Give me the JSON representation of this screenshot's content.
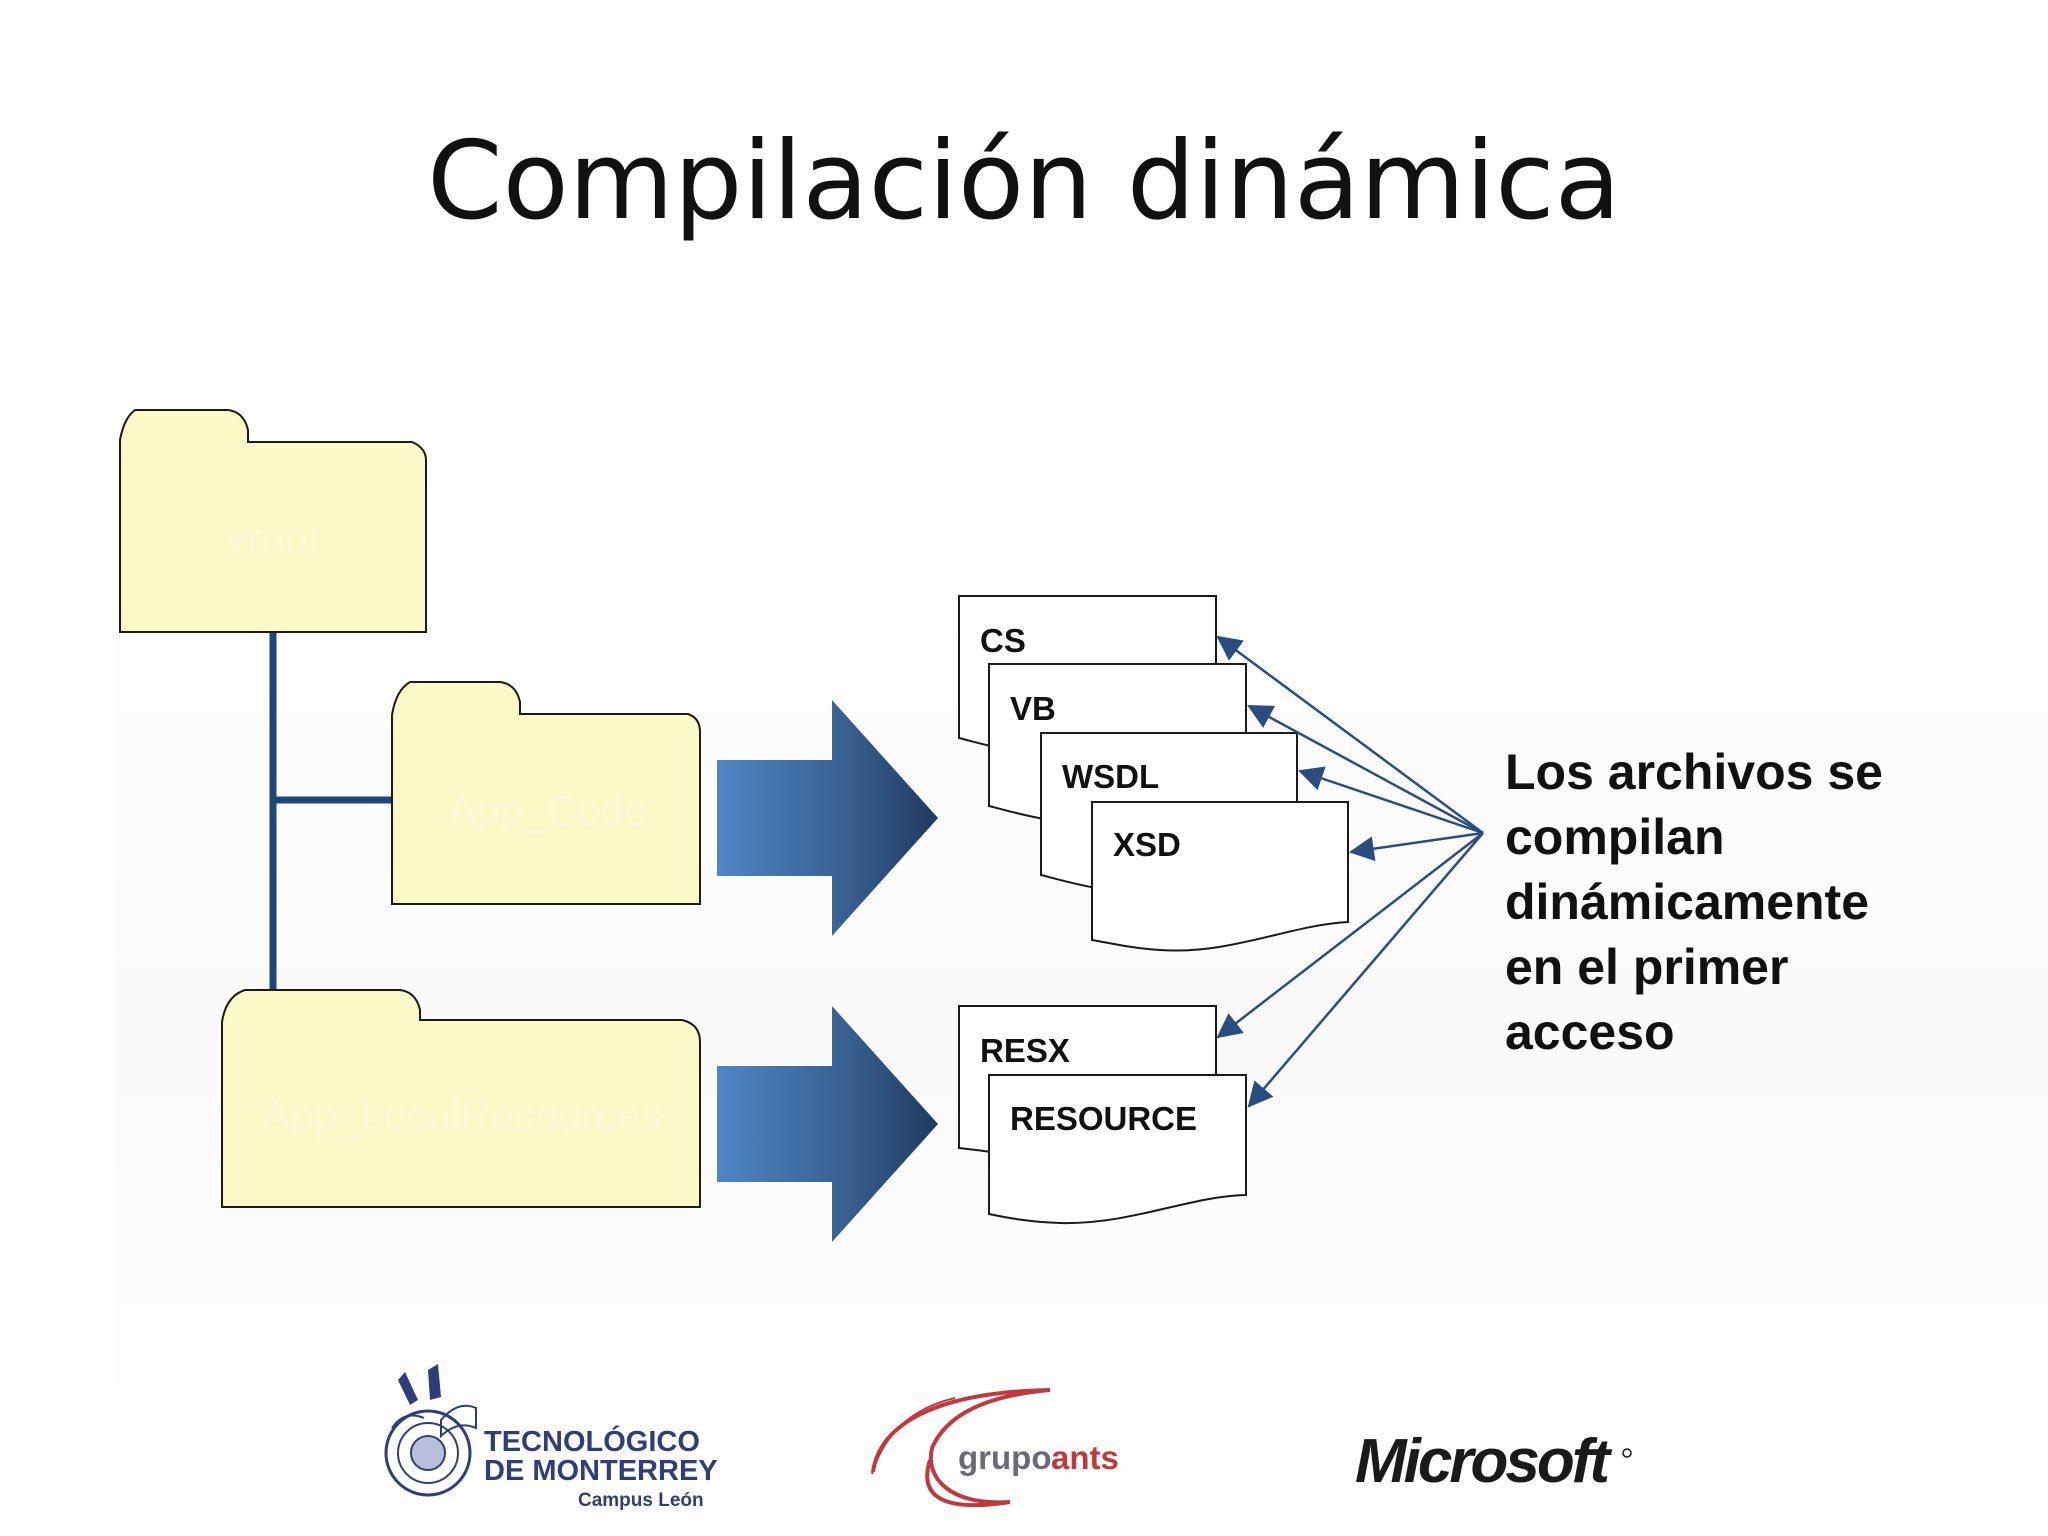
{
  "slide": {
    "title": "Compilación dinámica"
  },
  "diagram": {
    "folders": {
      "root": "vroot",
      "code": "App_Code",
      "resources": "App_LocalResources"
    },
    "code_files": [
      "CS",
      "VB",
      "WSDL",
      "XSD"
    ],
    "resource_files": [
      "RESX",
      "RESOURCE"
    ],
    "caption_lines": [
      "Los archivos se",
      "compilan",
      "dinámicamente",
      "en el primer",
      "acceso"
    ],
    "colors": {
      "folder_fill": "#fbf9c8",
      "tree_line": "#1e4678",
      "arrow_light": "#4f86c6",
      "arrow_dark": "#1f3a5f",
      "pointer": "#2a4d80"
    }
  },
  "footer": {
    "logos": {
      "tec_line1": "TECNOLÓGICO",
      "tec_line2": "DE MONTERREY",
      "tec_campus": "Campus León",
      "grupo": "grupo",
      "ants": "ants",
      "microsoft": "Microsoft"
    }
  }
}
